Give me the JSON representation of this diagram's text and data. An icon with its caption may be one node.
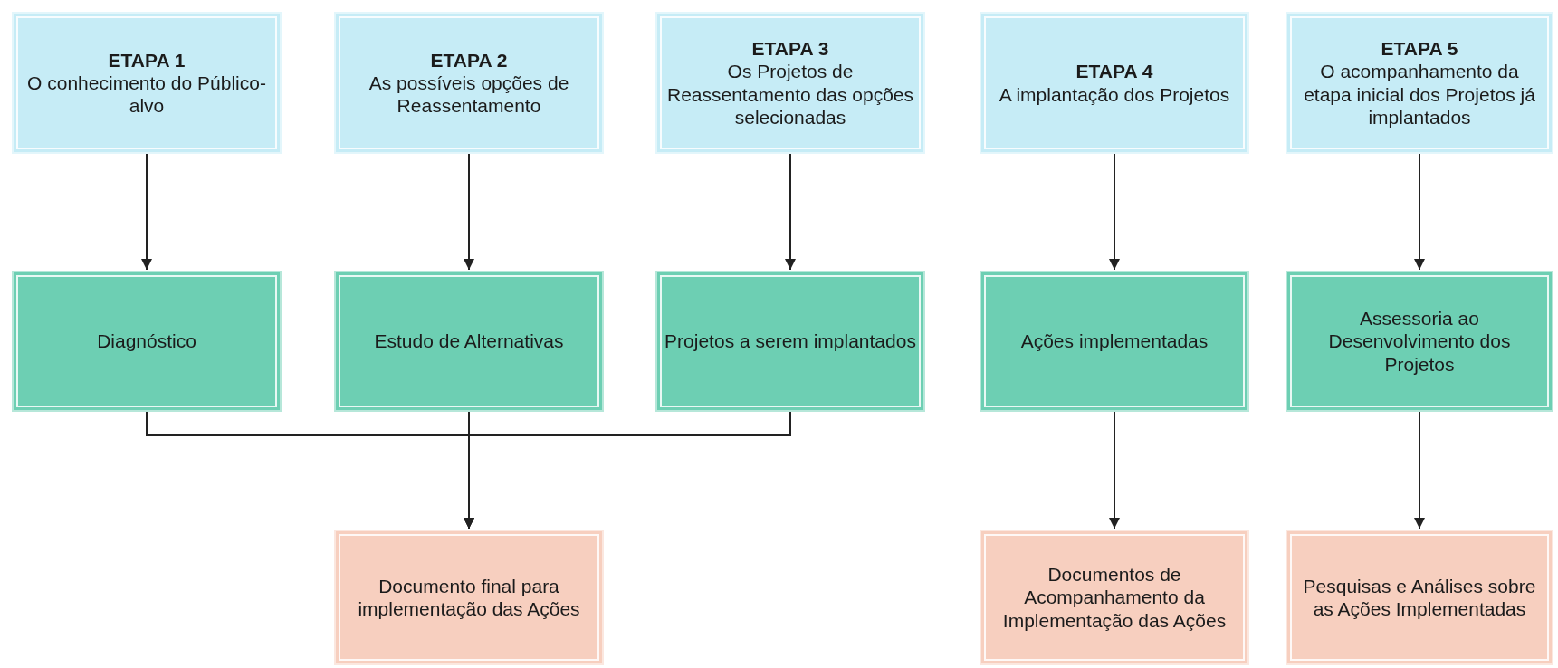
{
  "diagram": {
    "nodes": [
      {
        "text": [
          "ETAPA 1",
          "O conhecimento do Público-alvo"
        ]
      },
      {
        "text": [
          "ETAPA 2",
          "As possíveis opções de Reassentamento"
        ]
      },
      {
        "text": [
          "ETAPA 3",
          "Os Projetos de Reassentamento das opções selecionadas"
        ]
      },
      {
        "text": [
          "ETAPA 4",
          "A implantação dos Projetos"
        ]
      },
      {
        "text": [
          "ETAPA 5",
          "O acompanhamento da etapa inicial dos Projetos já implantados"
        ]
      },
      {
        "text": [
          "Diagnóstico"
        ]
      },
      {
        "text": [
          "Estudo de Alternativas"
        ]
      },
      {
        "text": [
          "Projetos a serem implantados"
        ]
      },
      {
        "text": [
          "Ações implementadas"
        ]
      },
      {
        "text": [
          "Assessoria ao Desenvolvimento dos Projetos"
        ]
      },
      {
        "text": [
          "Documento final para implementação das Ações"
        ]
      },
      {
        "text": [
          "Documentos de Acompanhamento da Implementação das Ações"
        ]
      },
      {
        "text": [
          "Pesquisas e Análises sobre as Ações Implementadas"
        ]
      }
    ],
    "edges": [
      {
        "from": 0,
        "to": 5,
        "arrow": "to"
      },
      {
        "from": 1,
        "to": 6,
        "arrow": "to"
      },
      {
        "from": 2,
        "to": 7,
        "arrow": "to"
      },
      {
        "from": 3,
        "to": 8,
        "arrow": "to"
      },
      {
        "from": 4,
        "to": 9,
        "arrow": "to"
      },
      {
        "from": 5,
        "to": 10,
        "arrow": "to"
      },
      {
        "from": 6,
        "to": 10,
        "arrow": "to"
      },
      {
        "from": 7,
        "to": 10,
        "arrow": "to"
      },
      {
        "from": 8,
        "to": 11,
        "arrow": "to"
      },
      {
        "from": 9,
        "to": 12,
        "arrow": "to"
      }
    ]
  }
}
